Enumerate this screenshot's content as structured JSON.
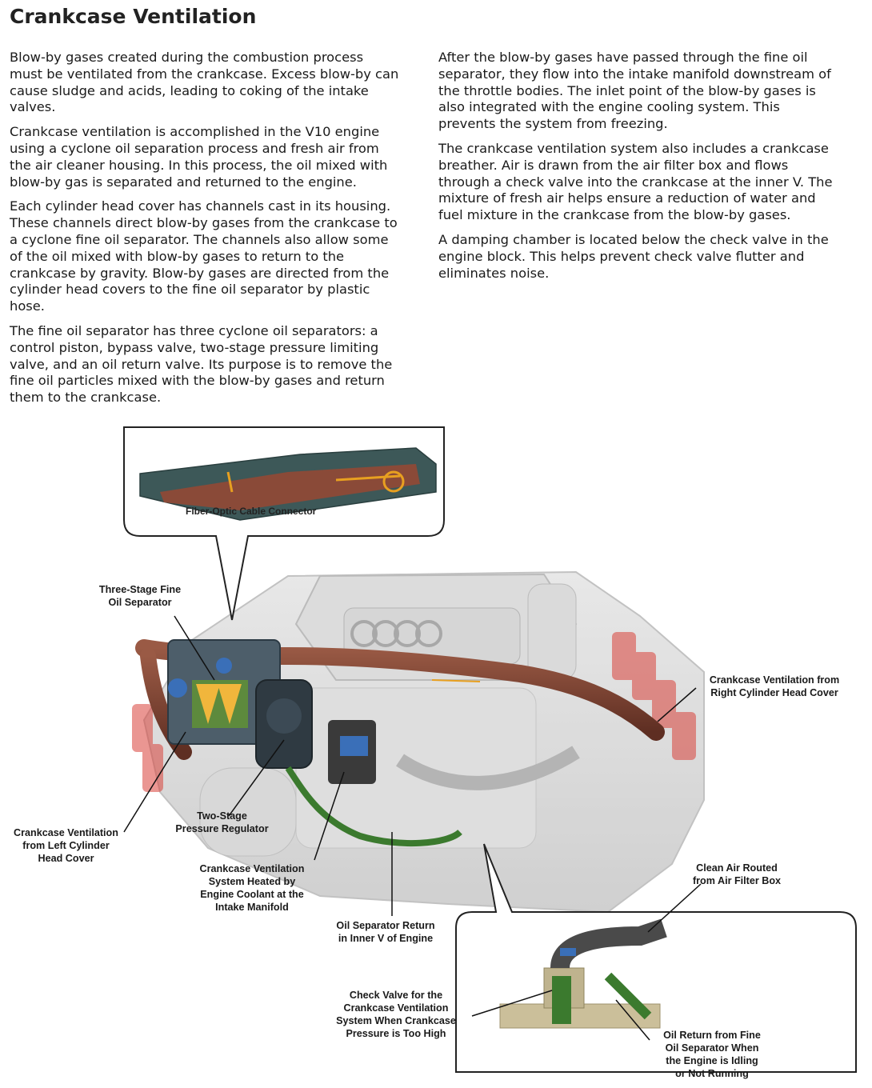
{
  "page": {
    "title": "Crankcase Ventilation",
    "left_paragraphs": [
      "Blow-by gases created during the combustion process must be ventilated from the crankcase. Excess blow-by can cause sludge and acids, leading to coking of the intake valves.",
      "Crankcase ventilation is accomplished in the V10 engine using a cyclone oil separation process and fresh air from the air cleaner housing. In this process, the oil mixed with blow-by gas is separated and returned to the engine.",
      "Each cylinder head cover has channels cast in its housing. These channels direct blow-by gases from the crankcase to a cyclone fine oil separator. The channels also allow some of the oil mixed with blow-by gases to return to the crankcase by gravity. Blow-by gases are directed from the cylinder head covers to the fine oil separator by plastic hose.",
      "The fine oil separator has three cyclone oil separators: a control piston, bypass valve, two-stage pressure limiting valve, and an oil return valve. Its purpose is to remove the fine oil particles mixed with the blow-by gases and return them to the crankcase."
    ],
    "right_paragraphs": [
      "After the blow-by gases have passed through the fine oil separator, they flow into the intake manifold downstream of the throttle bodies. The inlet point of the blow-by gases is also integrated with the engine cooling system. This prevents the system from freezing.",
      "The crankcase ventilation system also includes a crankcase breather. Air is drawn from the air filter box and flows through a check valve into the crankcase at the inner V. The mixture of fresh air helps ensure a reduction of water and fuel mixture in the crankcase from the blow-by gases.",
      "A damping chamber is located below the check valve in the engine block. This helps prevent check valve flutter and eliminates noise."
    ]
  },
  "diagram": {
    "inset_label": "Fiber-Optic Cable Connector",
    "labels": {
      "three_stage": [
        "Three-Stage Fine",
        "Oil Separator"
      ],
      "right_cover": [
        "Crankcase Ventilation from",
        "Right Cylinder Head Cover"
      ],
      "two_stage": [
        "Two-Stage",
        "Pressure Regulator"
      ],
      "left_cover": [
        "Crankcase Ventilation",
        "from Left Cylinder",
        "Head Cover"
      ],
      "heated": [
        "Crankcase Ventilation",
        "System Heated by",
        "Engine Coolant at the",
        "Intake Manifold"
      ],
      "clean_air": [
        "Clean Air Routed",
        "from Air Filter Box"
      ],
      "oil_return_v": [
        "Oil Separator Return",
        "in Inner V of Engine"
      ],
      "check_valve": [
        "Check Valve for the",
        "Crankcase Ventilation",
        "System When Crankcase",
        "Pressure is Too High"
      ],
      "oil_return_idle": [
        "Oil Return from Fine",
        "Oil Separator When",
        "the Engine is Idling",
        "or Not Running"
      ]
    },
    "colors": {
      "hose": "#7a4030",
      "green_hose": "#3b7a2e",
      "cover": "#3d5858",
      "red_coil": "#d9423a",
      "flow_arrow": "#e8a020"
    }
  }
}
